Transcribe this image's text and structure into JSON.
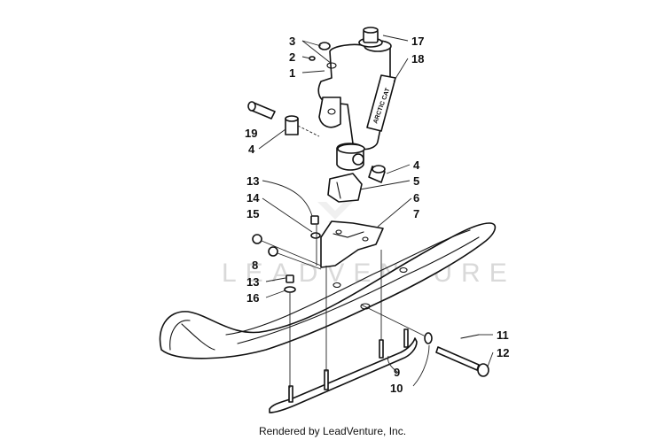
{
  "diagram": {
    "callouts": [
      {
        "id": "c1",
        "text": "1"
      },
      {
        "id": "c2",
        "text": "2"
      },
      {
        "id": "c3",
        "text": "3"
      },
      {
        "id": "c4a",
        "text": "4"
      },
      {
        "id": "c4b",
        "text": "4"
      },
      {
        "id": "c5",
        "text": "5"
      },
      {
        "id": "c6",
        "text": "6"
      },
      {
        "id": "c7",
        "text": "7"
      },
      {
        "id": "c8",
        "text": "8"
      },
      {
        "id": "c9",
        "text": "9"
      },
      {
        "id": "c10",
        "text": "10"
      },
      {
        "id": "c11",
        "text": "11"
      },
      {
        "id": "c12",
        "text": "12"
      },
      {
        "id": "c13a",
        "text": "13"
      },
      {
        "id": "c13b",
        "text": "13"
      },
      {
        "id": "c14",
        "text": "14"
      },
      {
        "id": "c15",
        "text": "15"
      },
      {
        "id": "c16",
        "text": "16"
      },
      {
        "id": "c17",
        "text": "17"
      },
      {
        "id": "c18",
        "text": "18"
      },
      {
        "id": "c19",
        "text": "19"
      }
    ],
    "watermark": "LEADVENTURE",
    "decal_text": "ARCTIC CAT",
    "footer": "Rendered by LeadVenture, Inc."
  },
  "colors": {
    "line": "#111111",
    "watermark": "#d9d9d9",
    "background": "#ffffff"
  }
}
